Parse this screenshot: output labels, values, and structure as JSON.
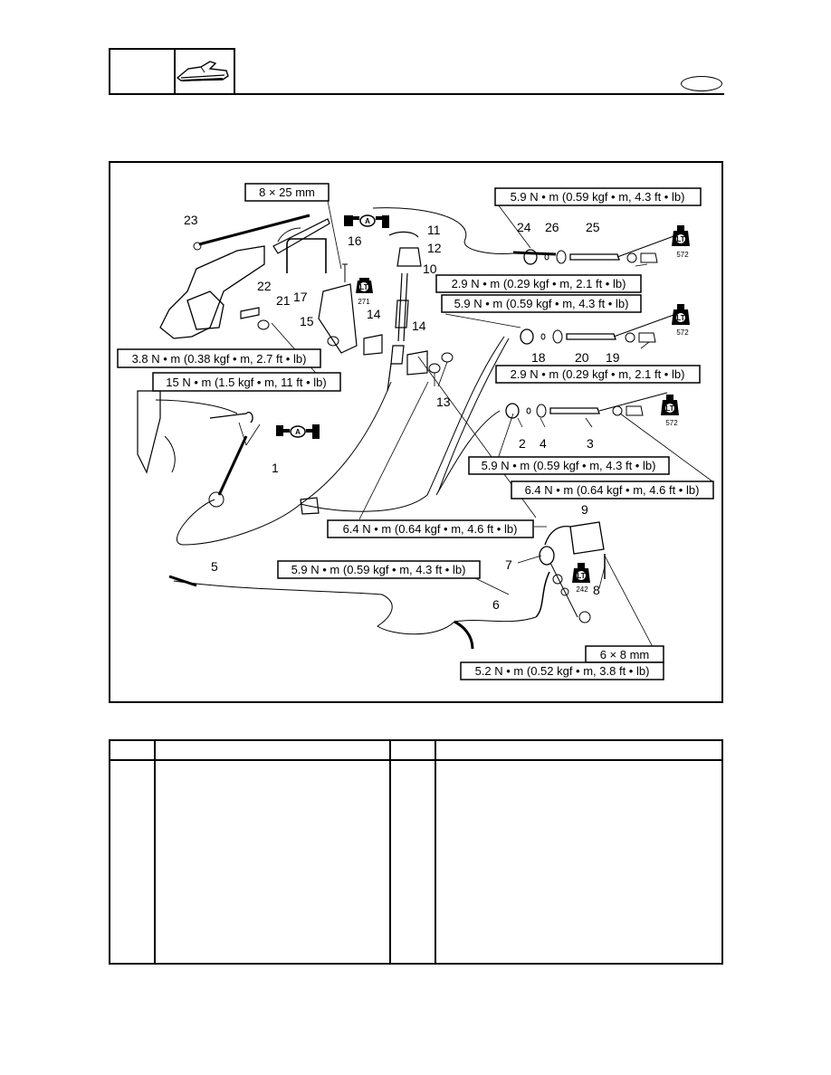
{
  "header": {
    "icon": "watercraft-icon"
  },
  "callouts": {
    "c1": "1",
    "c2": "2",
    "c3": "3",
    "c4": "4",
    "c5": "5",
    "c6": "6",
    "c7": "7",
    "c8": "8",
    "c9": "9",
    "c10": "10",
    "c11": "11",
    "c12": "12",
    "c13": "13",
    "c14a": "14",
    "c14b": "14",
    "c15": "15",
    "c16": "16",
    "c17": "17",
    "c18": "18",
    "c19": "19",
    "c20": "20",
    "c21": "21",
    "c22": "22",
    "c23": "23",
    "c24": "24",
    "c25": "25",
    "c26": "26"
  },
  "torque": {
    "t_8x25": "8 × 25 mm",
    "t_59_top": "5.9 N • m (0.59 kgf • m, 4.3 ft • lb)",
    "t_29_a": "2.9 N • m (0.29 kgf • m, 2.1 ft • lb)",
    "t_59_b": "5.9 N • m (0.59 kgf • m, 4.3 ft • lb)",
    "t_38": "3.8 N • m (0.38 kgf • m, 2.7 ft • lb)",
    "t_15": "15 N • m (1.5 kgf • m, 11 ft • lb)",
    "t_29_b": "2.9 N • m (0.29 kgf • m, 2.1 ft • lb)",
    "t_59_c": "5.9 N • m (0.59 kgf • m, 4.3 ft • lb)",
    "t_64_a": "6.4 N • m (0.64 kgf • m, 4.6 ft • lb)",
    "t_64_b": "6.4 N • m (0.64 kgf • m, 4.6 ft • lb)",
    "t_59_d": "5.9 N • m (0.59 kgf • m, 4.3 ft • lb)",
    "t_6x8": "6 × 8 mm",
    "t_52": "5.2 N • m (0.52 kgf • m, 3.8 ft • lb)"
  },
  "badges": {
    "lt_label": "LT",
    "a_label": "A",
    "b271": "271",
    "b572a": "572",
    "b572b": "572",
    "b572c": "572",
    "b242": "242"
  }
}
